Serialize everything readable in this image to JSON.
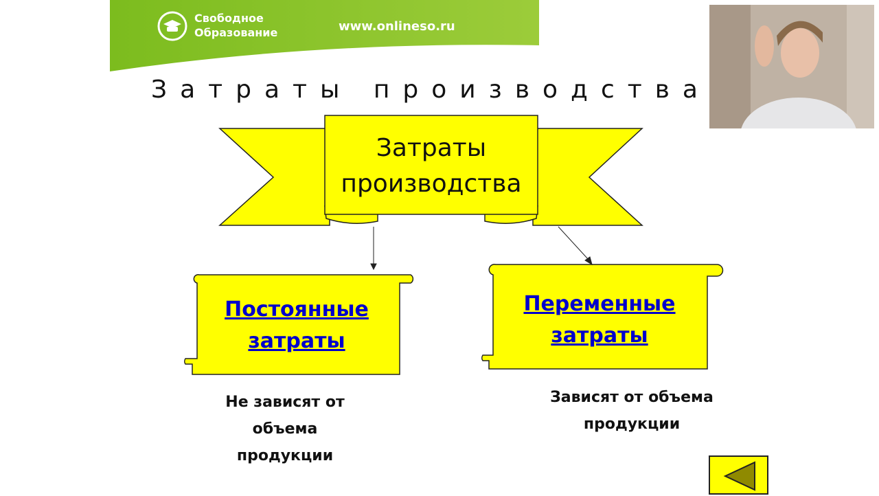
{
  "header": {
    "brand_line1": "Свободное",
    "brand_line2": "Образование",
    "url": "www.onlineso.ru",
    "brand_color": "#8cc63f"
  },
  "slide": {
    "title": "Затраты производства",
    "ribbon": {
      "line1": "Затраты",
      "line2": "производства"
    },
    "left_scroll": {
      "line1": "Постоянные",
      "line2": "затраты",
      "desc": [
        "Не зависят от",
        "объема",
        "продукции"
      ]
    },
    "right_scroll": {
      "line1": "Переменные",
      "line2": "затраты",
      "desc": [
        "Зависят от объема",
        "продукции"
      ]
    },
    "fill_color": "#ffff00"
  },
  "controls": {
    "back_icon": "triangle-left-icon"
  }
}
